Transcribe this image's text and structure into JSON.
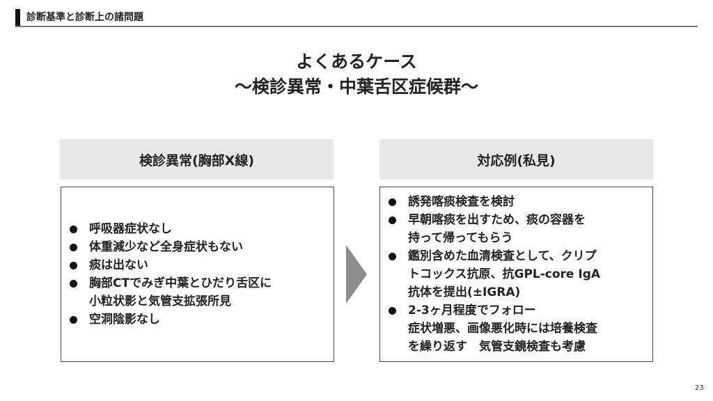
{
  "header": {
    "title": "診断基準と診断上の諸問題"
  },
  "title": {
    "line1": "よくあるケース",
    "line2": "～検診異常・中葉舌区症候群～"
  },
  "left": {
    "heading": "検診異常(胸部X線)",
    "items": [
      [
        "呼吸器症状なし"
      ],
      [
        "体重減少など全身症状もない"
      ],
      [
        "痰は出ない"
      ],
      [
        "胸部CTでみぎ中葉とひだり舌区に",
        "小粒状影と気管支拡張所見"
      ],
      [
        "空洞陰影なし"
      ]
    ]
  },
  "right": {
    "heading": "対応例(私見)",
    "items": [
      [
        "誘発喀痰検査を検討"
      ],
      [
        "早朝喀痰を出すため、痰の容器を",
        "持って帰ってもらう"
      ],
      [
        "鑑別含めた血清検査として、クリプ",
        "トコックス抗原、抗GPL-core IgA",
        "抗体を提出(±IGRA)"
      ],
      [
        "2-3ヶ月程度でフォロー",
        "症状増悪、画像悪化時には培養検査",
        "を繰り返す　気管支鏡検査も考慮"
      ]
    ]
  },
  "page_number": "23"
}
